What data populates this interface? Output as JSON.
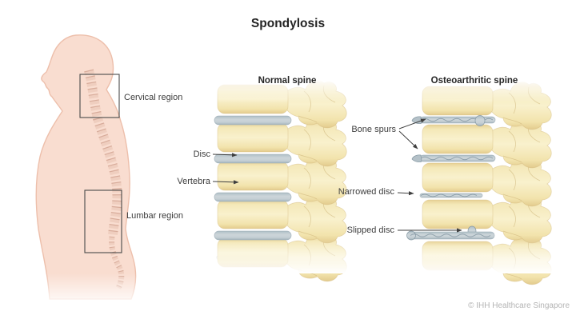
{
  "title": "Spondylosis",
  "figure": {
    "cervical_label": "Cervical region",
    "lumbar_label": "Lumbar region"
  },
  "normal_spine": {
    "title": "Normal spine",
    "disc_label": "Disc",
    "vertebra_label": "Vertebra"
  },
  "osteo_spine": {
    "title": "Osteoarthritic spine",
    "bone_spurs_label": "Bone spurs",
    "narrowed_disc_label": "Narrowed disc",
    "slipped_disc_label": "Slipped disc"
  },
  "footer": {
    "copyright": "© IHH Healthcare Singapore"
  },
  "colors": {
    "background": "#ffffff",
    "skin": "#f9ddd0",
    "skin_outline": "#edbfab",
    "spine_tint": "#d3a28f",
    "bone_light": "#f9f1cd",
    "bone_dark": "#e3cb8d",
    "disc": "#c6d0d5",
    "disc_edge": "#98aab4",
    "label_text": "#3d3d3d",
    "box_outline": "#4a4a4a",
    "copyright_text": "#b4b4b4"
  }
}
